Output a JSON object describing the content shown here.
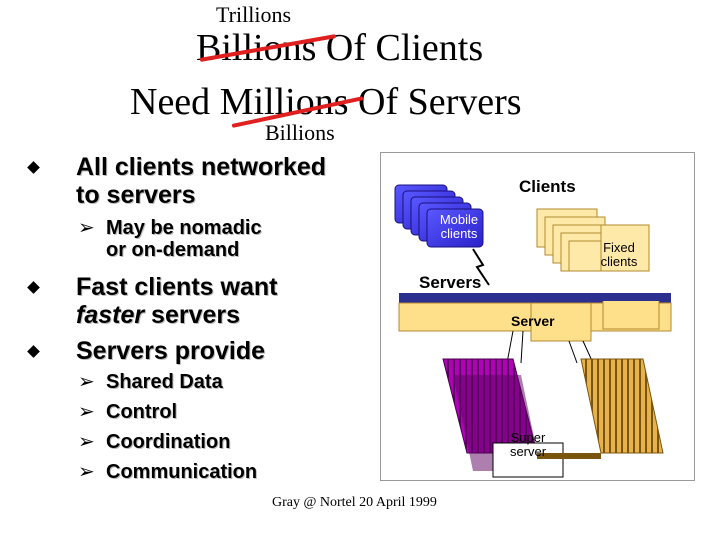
{
  "title": {
    "annotation_top": "Trillions",
    "line1_struck": "Billions",
    "line1_rest": " Of Clients",
    "line2_prefix": "Need ",
    "line2_struck": "Millions",
    "line2_rest": " Of Servers",
    "annotation_bottom": "Billions",
    "strike_color": "#e0201f"
  },
  "bullets": [
    {
      "lines": [
        "All clients networked",
        "to servers"
      ],
      "sub": [
        {
          "lines": [
            "May be nomadic",
            "or on-demand"
          ]
        }
      ]
    },
    {
      "lines_rich": [
        [
          "Fast clients want",
          ""
        ],
        [
          "faster",
          " servers"
        ]
      ]
    },
    {
      "lines": [
        "Servers provide"
      ],
      "sub": [
        {
          "lines": [
            "Shared Data"
          ]
        },
        {
          "lines": [
            "Control"
          ]
        },
        {
          "lines": [
            "Coordination"
          ]
        },
        {
          "lines": [
            "Communication"
          ]
        }
      ]
    }
  ],
  "diagram": {
    "clients_label": "Clients",
    "mobile_label": [
      "Mobile",
      "clients"
    ],
    "fixed_label": [
      "Fixed",
      "clients"
    ],
    "servers_label": "Servers",
    "server_label": "Server",
    "super_label": [
      "Super",
      "server"
    ],
    "colors": {
      "mobile": "#3a35e8",
      "fixed_box": "#ffe9a8",
      "server_top": "#2b2f8f",
      "server_box": "#ffe08a",
      "super_purple": "#b000b8",
      "super_gold": "#e8b24a"
    }
  },
  "footer": "Gray @ Nortel 20 April 1999"
}
